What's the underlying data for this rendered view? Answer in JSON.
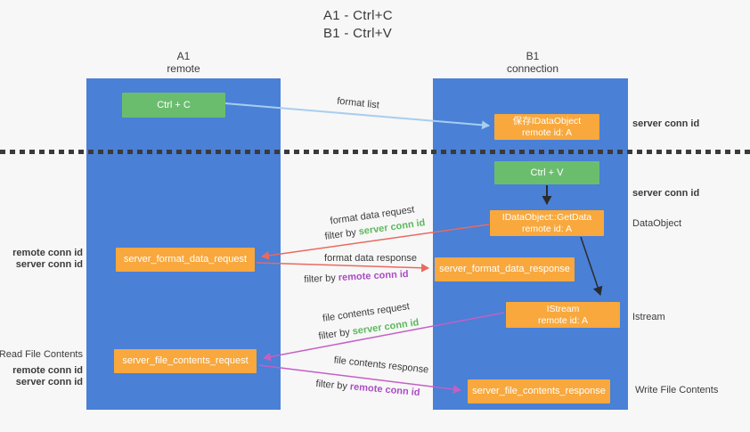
{
  "title": {
    "line1": "A1 - Ctrl+C",
    "line2": "B1 - Ctrl+V"
  },
  "lanes": {
    "left": {
      "name": "A1",
      "role": "remote"
    },
    "right": {
      "name": "B1",
      "role": "connection"
    }
  },
  "boxes": {
    "ctrl_c": {
      "label": "Ctrl + C"
    },
    "save_dataobject": {
      "line1": "保存IDataObject",
      "line2": "remote id: A"
    },
    "ctrl_v": {
      "label": "Ctrl + V"
    },
    "getdata": {
      "line1": "IDataObject::GetData",
      "line2": "remote id: A"
    },
    "format_request": {
      "label": "server_format_data_request"
    },
    "format_response": {
      "label": "server_format_data_response"
    },
    "istream": {
      "line1": "IStream",
      "line2": "remote id: A"
    },
    "file_request": {
      "label": "server_file_contents_request"
    },
    "file_response": {
      "label": "server_file_contents_response"
    }
  },
  "flow_labels": {
    "format_list": "format list",
    "format_data_request": "format data request",
    "format_data_request_filter": {
      "prefix": "filter by ",
      "key": "server conn id"
    },
    "format_data_response": "format data response",
    "format_data_response_filter": {
      "prefix": "filter by ",
      "key": "remote conn id"
    },
    "file_contents_request": "file contents request",
    "file_contents_request_filter": {
      "prefix": "filter by ",
      "key": "server conn id"
    },
    "file_contents_response": "file contents response",
    "file_contents_response_filter": {
      "prefix": "filter by ",
      "key": "remote conn id"
    }
  },
  "annotations": {
    "right_top_server_conn_id": "server conn id",
    "right_mid_server_conn_id": "server conn id",
    "dataobject": "DataObject",
    "istream": "Istream",
    "write_file_contents": "Write File Contents",
    "left_format_remote_conn_id": "remote conn id",
    "left_format_server_conn_id": "server conn id",
    "read_file_contents": "Read File Contents",
    "left_file_remote_conn_id": "remote conn id",
    "left_file_server_conn_id": "server conn id"
  },
  "colors": {
    "lane_blue": "#4a80d6",
    "box_green": "#6bbd6e",
    "box_orange": "#f8a83d",
    "arrow_lightblue": "#a8cdf0",
    "arrow_red": "#e96a5f",
    "arrow_magenta": "#c45fc5",
    "arrow_black": "#2b2b2b",
    "text_green": "#5cb85c",
    "text_purple": "#ac4bc4",
    "text_dark": "#3b3b3b",
    "background": "#f7f7f7"
  }
}
